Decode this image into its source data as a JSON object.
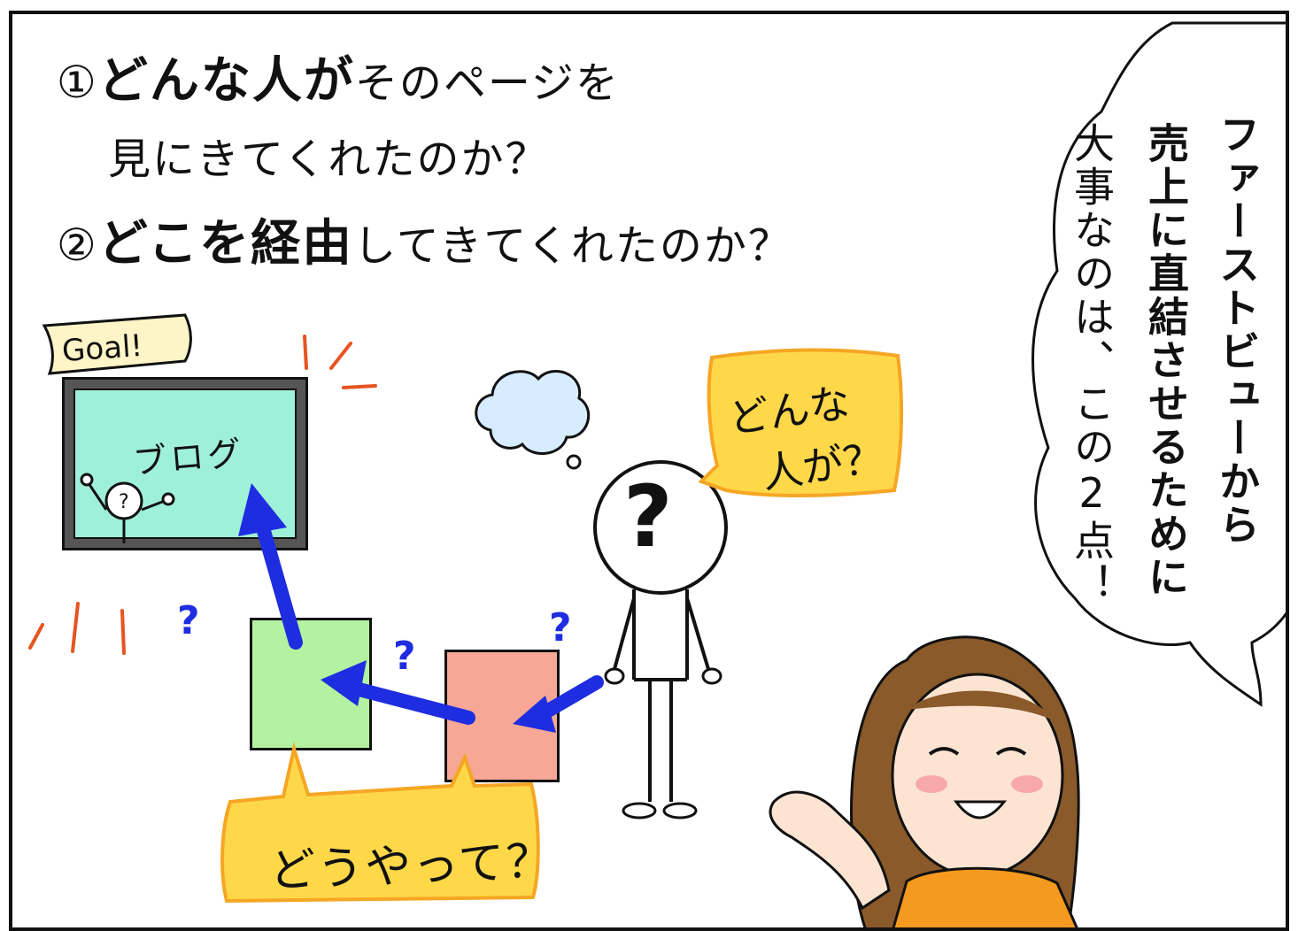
{
  "headline": {
    "line1": {
      "num": "①",
      "bold": "どんな人が",
      "rest": "そのページを"
    },
    "line2": "見にきてくれたのか？",
    "line3": {
      "num": "②",
      "bold": "どこを経由",
      "rest": "してきてくれたのか？"
    }
  },
  "speech": {
    "col1": "ファーストビューから",
    "col2": "売上に直結させるために",
    "col3": "大事なのは、この2点！"
  },
  "illustration": {
    "goal_flag": "Goal!",
    "blog_label": "ブログ",
    "person_mark": "?",
    "bubble_who_line1": "どんな",
    "bubble_who_line2": "人が？",
    "bubble_how": "どうやって？",
    "question_mark": "?"
  },
  "colors": {
    "blog_screen": "#9ff0d8",
    "green_page": "#b3f2a0",
    "red_page": "#f6a795",
    "arrow": "#1e2de0",
    "bubble_yellow": "#ffd84a",
    "bubble_border": "#f5a623",
    "thought_cloud": "#d8ecff",
    "shirt": "#f59a1e",
    "hair": "#8a5a2b"
  }
}
